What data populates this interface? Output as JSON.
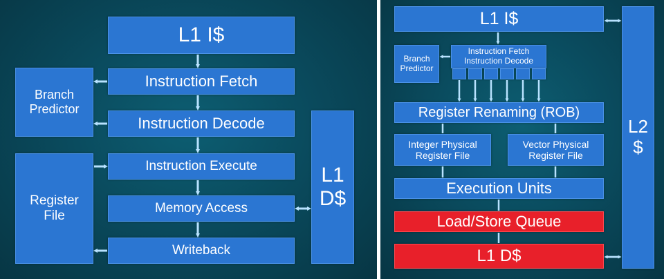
{
  "left_diagram": {
    "l1_icache": "L1 I$",
    "instruction_fetch": "Instruction Fetch",
    "instruction_decode": "Instruction Decode",
    "instruction_execute": "Instruction Execute",
    "memory_access": "Memory Access",
    "writeback": "Writeback",
    "branch_predictor": [
      "Branch",
      "Predictor"
    ],
    "register_file": [
      "Register",
      "File"
    ],
    "l1_dcache": [
      "L1",
      "D$"
    ]
  },
  "right_diagram": {
    "l1_icache": "L1 I$",
    "branch_predictor": [
      "Branch",
      "Predictor"
    ],
    "fetch_decode": [
      "Instruction Fetch",
      "Instruction Decode"
    ],
    "register_renaming": "Register Renaming (ROB)",
    "integer_regfile": [
      "Integer Physical",
      "Register File"
    ],
    "vector_regfile": [
      "Vector Physical",
      "Register File"
    ],
    "execution_units": "Execution Units",
    "load_store_queue": "Load/Store Queue",
    "l1_dcache": "L1 D$",
    "l2_cache": [
      "L2",
      "$"
    ]
  },
  "colors": {
    "background": "#0a4b5e",
    "box_blue": "#2b76d2",
    "box_red": "#e8202a",
    "arrow": "#b8e2ff"
  }
}
